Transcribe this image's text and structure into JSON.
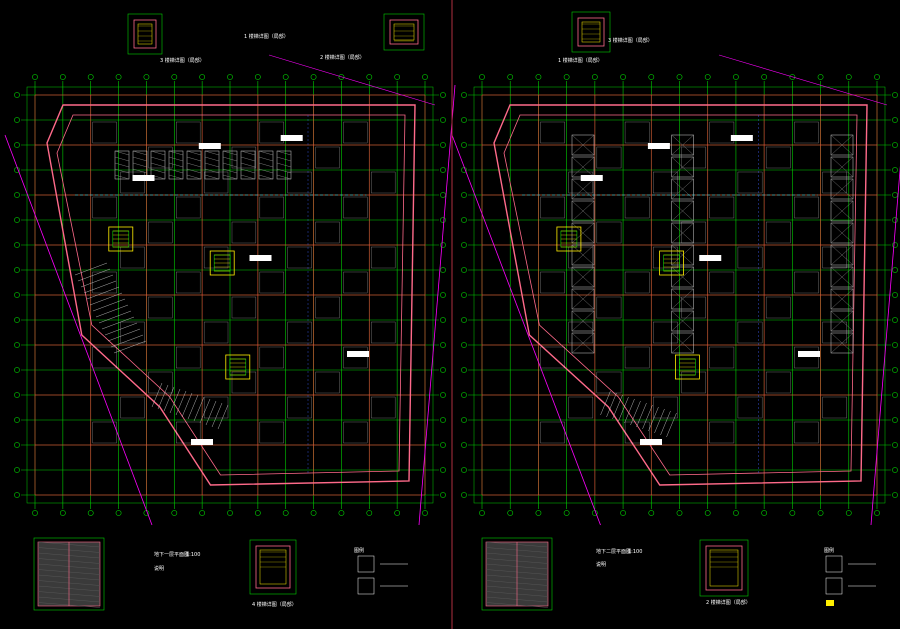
{
  "sheets": [
    {
      "name": "left",
      "main_title": "地下一层平面图",
      "main_scale": "1:100",
      "detail_titles": [
        "1 楼梯详图（局部）",
        "2 楼梯详图（局部）",
        "3 楼梯详图（局部）",
        "4 楼梯详图（局部）"
      ],
      "legend_title": "图例",
      "notes_title": "说明"
    },
    {
      "name": "right",
      "main_title": "地下二层平面图",
      "main_scale": "1:100",
      "detail_titles": [
        "1 楼梯详图（局部）",
        "2 楼梯详图（局部）",
        "3 楼梯详图（局部）"
      ],
      "legend_title": "图例",
      "notes_title": "说明"
    }
  ],
  "colors": {
    "background": "#000000",
    "grid": "#00d000",
    "axis": "#ff3040",
    "wall": "#ff6a8a",
    "text": "#ffffff",
    "yellow": "#ffee00",
    "cyan": "#00e5ff",
    "magenta": "#ff00ff",
    "blue": "#4060ff",
    "divider": "#b03040"
  }
}
